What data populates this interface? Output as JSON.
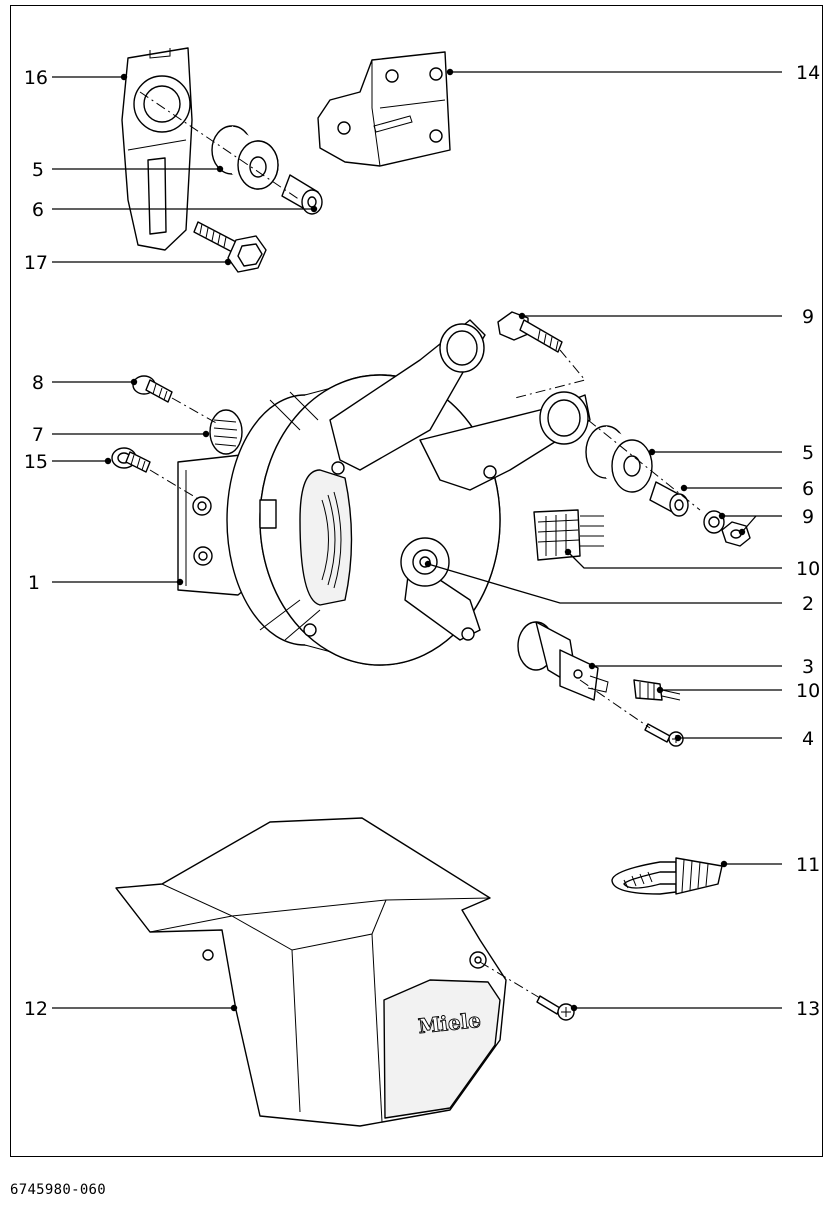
{
  "diagram": {
    "brand_mark": "Miele",
    "document_number": "6745980-060",
    "callouts": [
      {
        "id": "c16",
        "label": "16"
      },
      {
        "id": "c14",
        "label": "14"
      },
      {
        "id": "c5a",
        "label": "5"
      },
      {
        "id": "c6a",
        "label": "6"
      },
      {
        "id": "c17",
        "label": "17"
      },
      {
        "id": "c9a",
        "label": "9"
      },
      {
        "id": "c8",
        "label": "8"
      },
      {
        "id": "c7",
        "label": "7"
      },
      {
        "id": "c5b",
        "label": "5"
      },
      {
        "id": "c15",
        "label": "15"
      },
      {
        "id": "c6b",
        "label": "6"
      },
      {
        "id": "c9b",
        "label": "9"
      },
      {
        "id": "c1",
        "label": "1"
      },
      {
        "id": "c10a",
        "label": "10"
      },
      {
        "id": "c2",
        "label": "2"
      },
      {
        "id": "c3",
        "label": "3"
      },
      {
        "id": "c10b",
        "label": "10"
      },
      {
        "id": "c4",
        "label": "4"
      },
      {
        "id": "c11",
        "label": "11"
      },
      {
        "id": "c12",
        "label": "12"
      },
      {
        "id": "c13",
        "label": "13"
      }
    ]
  }
}
